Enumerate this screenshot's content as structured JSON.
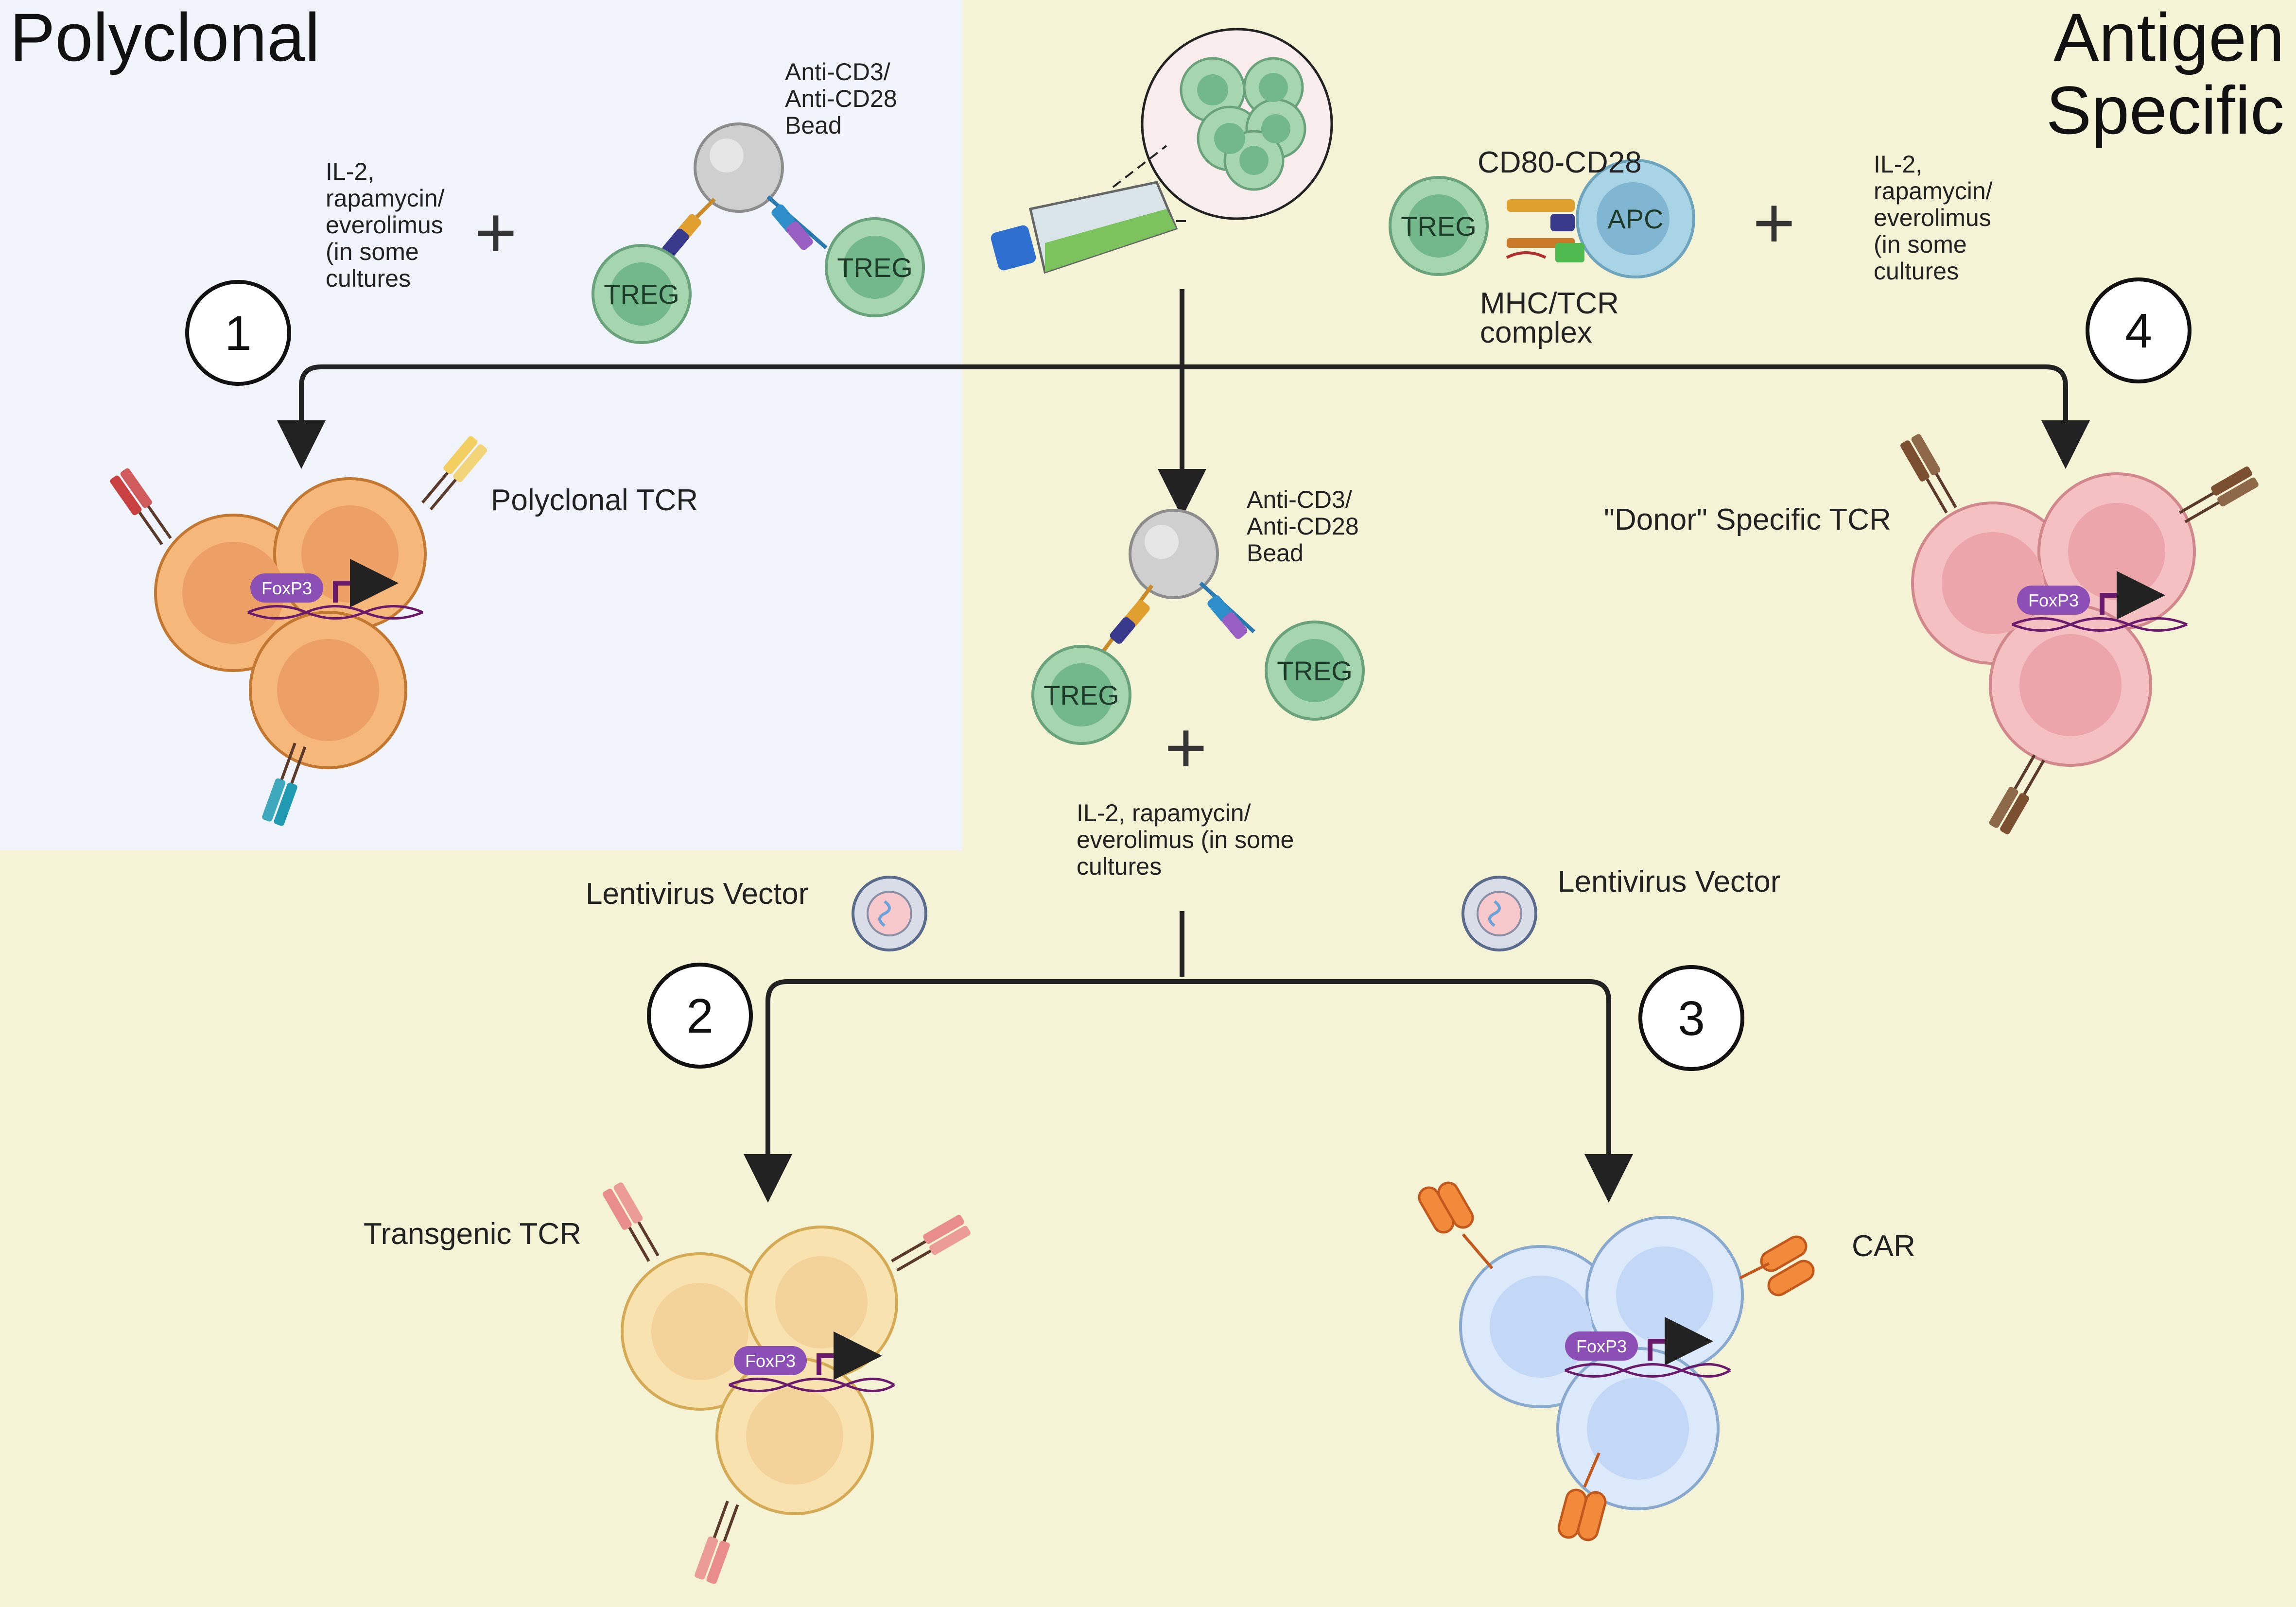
{
  "titles": {
    "left": "Polyclonal",
    "right_line1": "Antigen",
    "right_line2": "Specific"
  },
  "steps": [
    "1",
    "2",
    "3",
    "4"
  ],
  "bead": {
    "line1": "Anti-CD3/",
    "line2": "Anti-CD28",
    "line3": "Bead"
  },
  "cell_labels": {
    "treg": "TREG",
    "apc": "APC",
    "foxp3": "FoxP3"
  },
  "culture_note": {
    "left": [
      "IL-2,",
      "rapamycin/",
      "everolimus",
      "(in some",
      "cultures"
    ],
    "right": [
      "IL-2,",
      "rapamycin/",
      "everolimus",
      "(in some",
      "cultures"
    ],
    "center": [
      "IL-2, rapamycin/",
      "everolimus (in some",
      "cultures"
    ]
  },
  "costim": {
    "top": "CD80-CD28",
    "bottom_line1": "MHC/TCR",
    "bottom_line2": "complex"
  },
  "plus_sign": "+",
  "outcomes": {
    "polyclonal": "Polyclonal TCR",
    "donor": "\"Donor\" Specific TCR",
    "transgenic": "Transgenic TCR",
    "car": "CAR"
  },
  "vector_label": "Lentivirus Vector",
  "colors": {
    "polyclonal_panel": "#f0f4fa",
    "antigen_panel": "#f5f3d6",
    "treg_fill": "#a6d6b0",
    "treg_nucleus": "#72b88a",
    "orange_cell": "#f6b77b",
    "pink_cell": "#f5c0c2",
    "yellow_cell": "#f8e3b0",
    "blue_cell": "#dce9fa",
    "foxp3": "#8c4fb5",
    "arrow": "#222222"
  }
}
